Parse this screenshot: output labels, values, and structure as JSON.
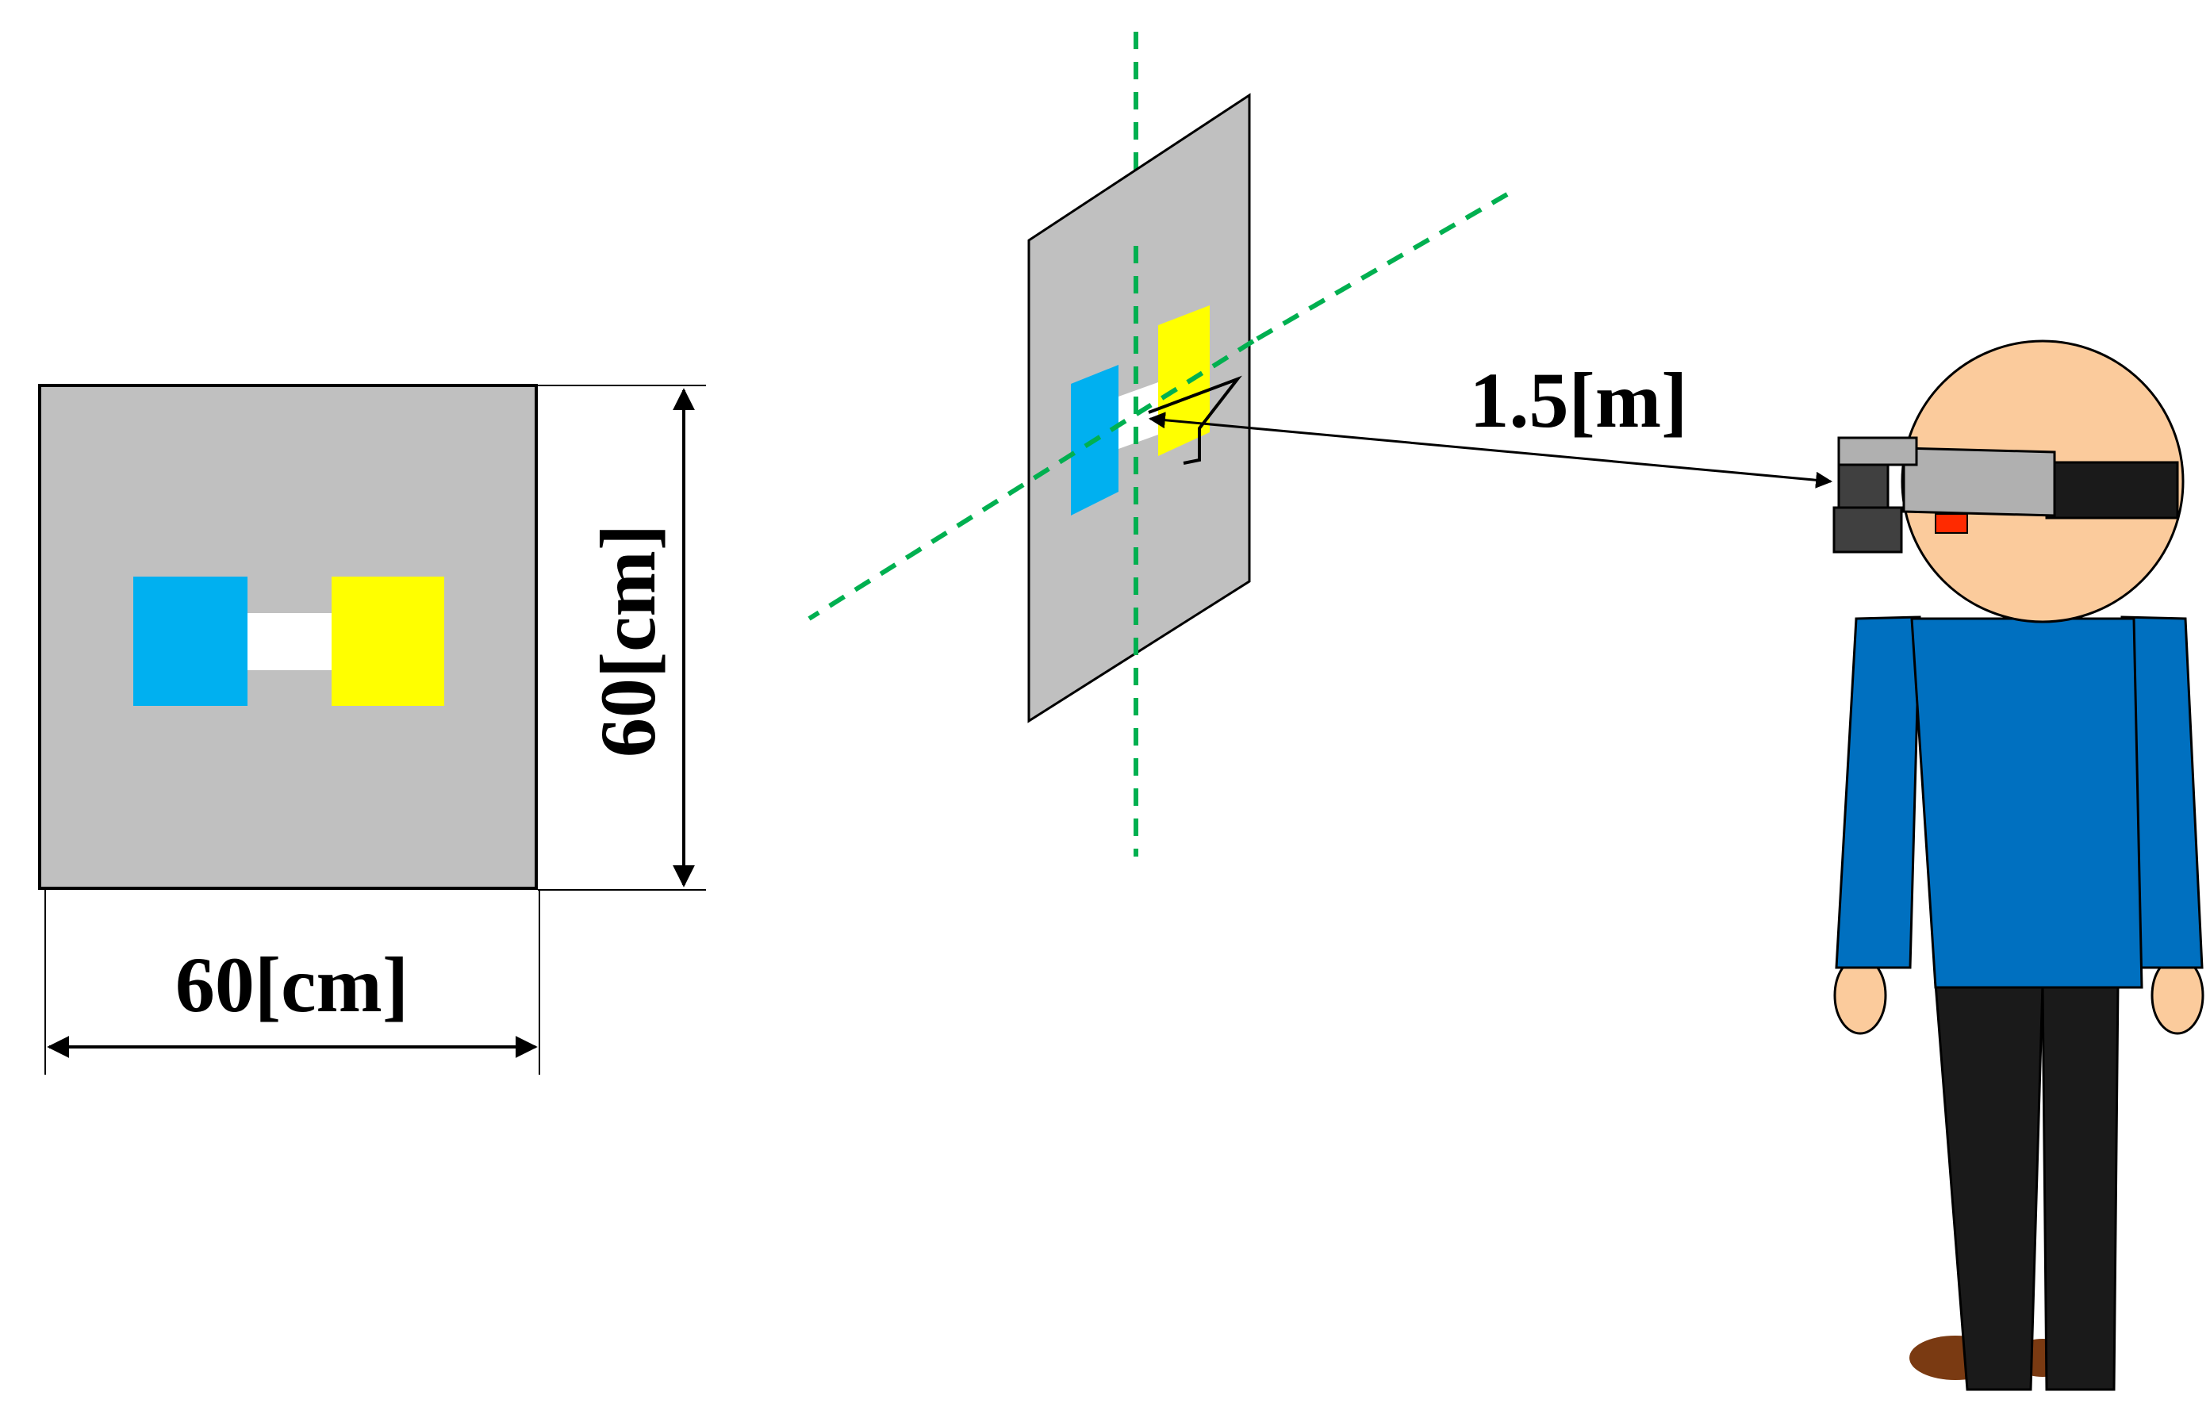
{
  "labels": {
    "board_width": "60[cm]",
    "board_height": "60[cm]",
    "distance": "1.5[m]"
  },
  "colors": {
    "background": "#ffffff",
    "board": "#c0c0c0",
    "marker_blue": "#00b0f0",
    "marker_yellow": "#ffff00",
    "marker_bridge": "#ffffff",
    "axis_line": "#00b050",
    "skin": "#fbcb9c",
    "shirt": "#0070c0",
    "pants": "#1a1a1a",
    "shoes": "#7a3a12",
    "headset_body": "#b0b0b0",
    "headset_dark": "#404040",
    "headset_strap": "#1a1a1a",
    "headset_led": "#ff2a00"
  },
  "icons": {
    "board_front": "square-board",
    "board_perspective": "tilted-board",
    "axes": "dashed-coordinate-axes",
    "person": "standing-person-figure",
    "headset": "head-mounted-display"
  }
}
